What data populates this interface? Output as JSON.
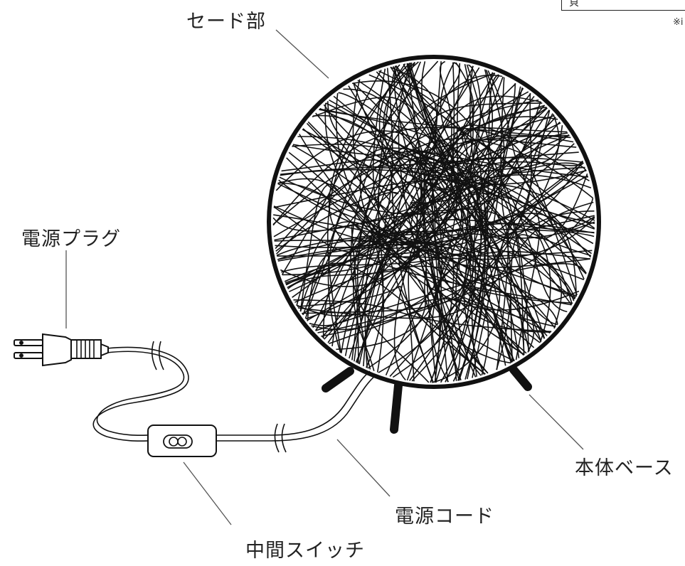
{
  "labels": {
    "shade": "セード部",
    "plug": "電源プラグ",
    "base": "本体ベース",
    "cord": "電源コード",
    "switch": "中間スイッチ"
  },
  "corner": {
    "box_text": "貝",
    "note_text": "※i"
  },
  "colors": {
    "line": "#111111",
    "leader": "#555555",
    "background": "#ffffff"
  }
}
